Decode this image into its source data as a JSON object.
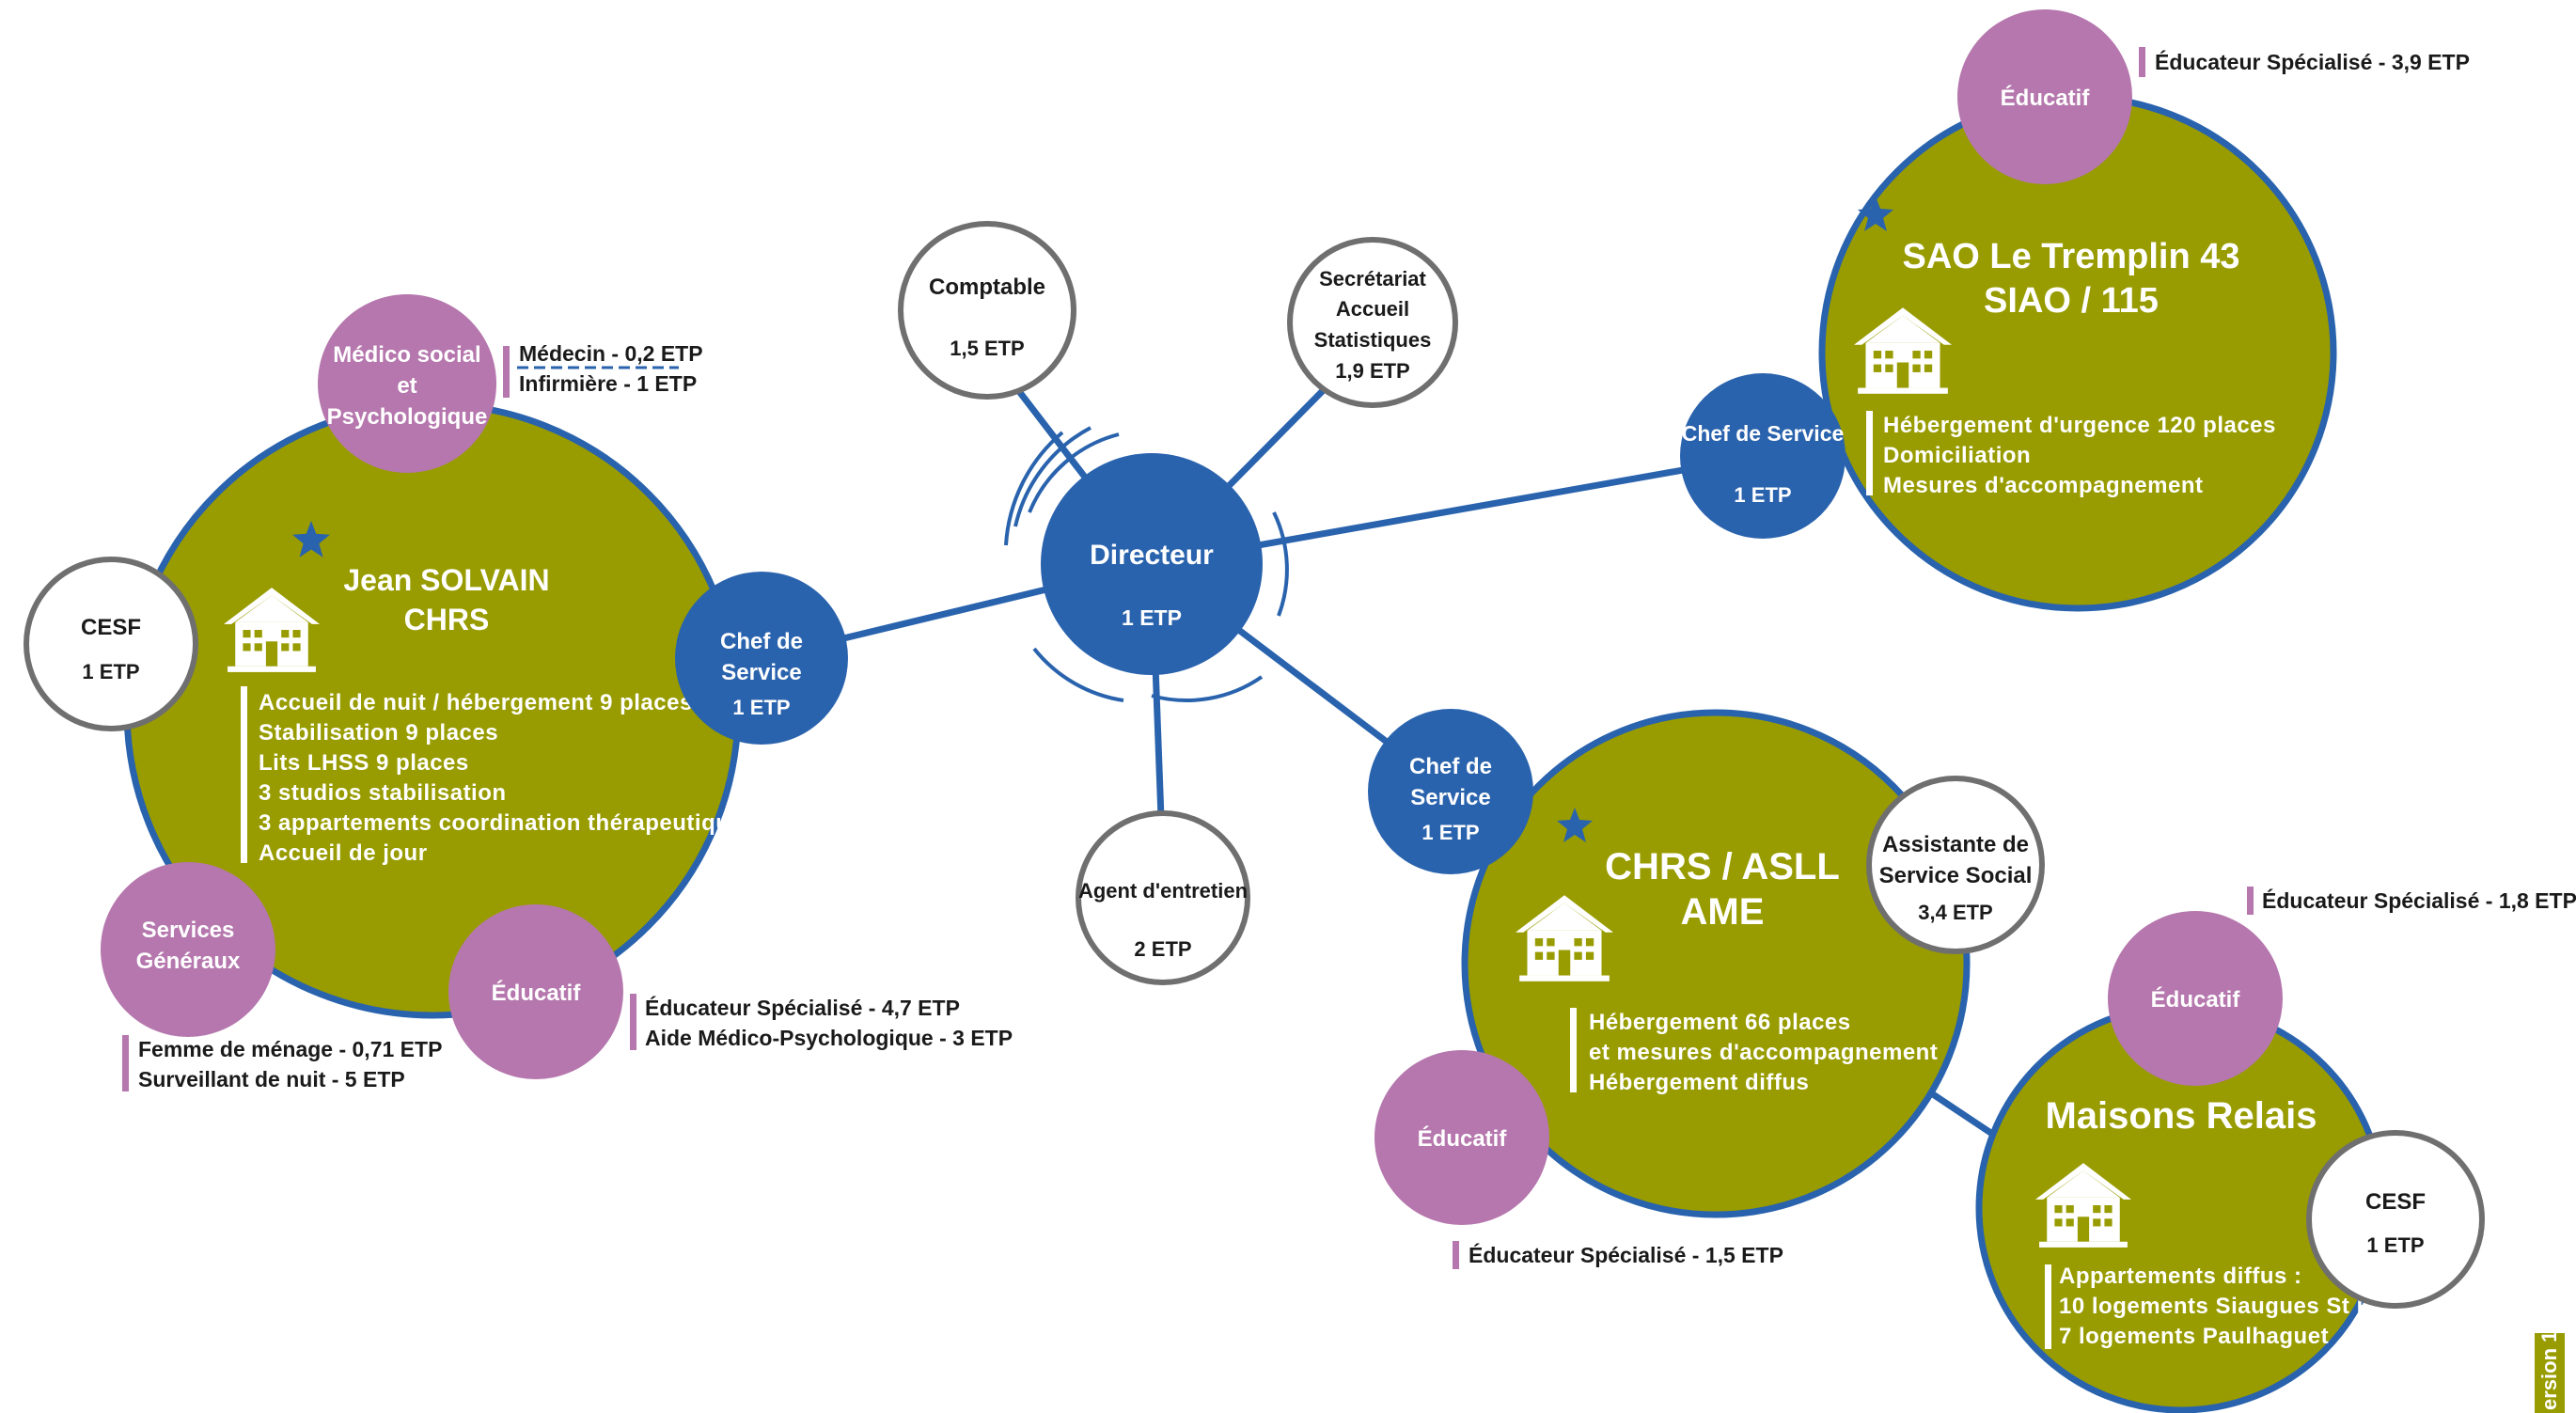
{
  "colors": {
    "blue": "#2a63ad",
    "olive": "#989c00",
    "mauve": "#b577ad",
    "white": "#ffffff",
    "gray": "#6f6f6f",
    "dark": "#1a1a1a"
  },
  "director": {
    "title": "Directeur",
    "etp": "1 ETP"
  },
  "comptable": {
    "title": "Comptable",
    "etp": "1,5 ETP"
  },
  "secretariat": {
    "line1": "Secrétariat",
    "line2": "Accueil",
    "line3": "Statistiques",
    "etp": "1,9 ETP"
  },
  "agent": {
    "title": "Agent d'entretien",
    "etp": "2 ETP"
  },
  "solvain": {
    "name1": "Jean SOLVAIN",
    "name2": "CHRS",
    "chef": {
      "line1": "Chef de",
      "line2": "Service",
      "etp": "1 ETP"
    },
    "cesf": {
      "title": "CESF",
      "etp": "1 ETP"
    },
    "medico": {
      "line1": "Médico social",
      "line2": "et",
      "line3": "Psychologique"
    },
    "medico_staff": [
      "Médecin - 0,2 ETP",
      "Infirmière -  1 ETP"
    ],
    "services": {
      "line1": "Services",
      "line2": "Généraux"
    },
    "services_staff": [
      "Femme de ménage - 0,71 ETP",
      "Surveillant de nuit -  5 ETP"
    ],
    "educatif": "Éducatif",
    "educatif_staff": [
      "Éducateur Spécialisé - 4,7 ETP",
      "Aide Médico-Psychologique - 3 ETP"
    ],
    "services_list": [
      "Accueil de nuit / hébergement 9 places",
      "Stabilisation 9 places",
      "Lits LHSS 9 places",
      "3 studios stabilisation",
      "3 appartements coordination thérapeutique",
      "Accueil de jour"
    ]
  },
  "sao": {
    "name1": "SAO Le Tremplin 43",
    "name2": "SIAO / 115",
    "chef": {
      "title": "Chef de Service",
      "etp": "1 ETP"
    },
    "educatif": "Éducatif",
    "educatif_staff": "Éducateur Spécialisé - 3,9 ETP",
    "services_list": [
      "Hébergement d'urgence 120 places",
      "Domiciliation",
      "Mesures d'accompagnement"
    ]
  },
  "chrs_asll": {
    "name1": "CHRS / ASLL",
    "name2": "AME",
    "chef": {
      "line1": "Chef de",
      "line2": "Service",
      "etp": "1 ETP"
    },
    "assistante": {
      "line1": "Assistante de",
      "line2": "Service Social",
      "etp": "3,4 ETP"
    },
    "educatif": "Éducatif",
    "educatif_staff": "Éducateur Spécialisé - 1,5 ETP",
    "services_list": [
      "Hébergement 66 places",
      "et mesures d'accompagnement",
      "Hébergement diffus"
    ]
  },
  "maisons": {
    "name": "Maisons Relais",
    "cesf": {
      "title": "CESF",
      "etp": "1 ETP"
    },
    "educatif": "Éducatif",
    "educatif_staff": "Éducateur Spécialisé - 1,8 ETP",
    "services_list": [
      "Appartements diffus :",
      "10 logements Siaugues St R.",
      "7 logements Paulhaguet"
    ]
  },
  "version_label": "ersion 1",
  "icons": [
    "star-icon",
    "house-icon"
  ]
}
